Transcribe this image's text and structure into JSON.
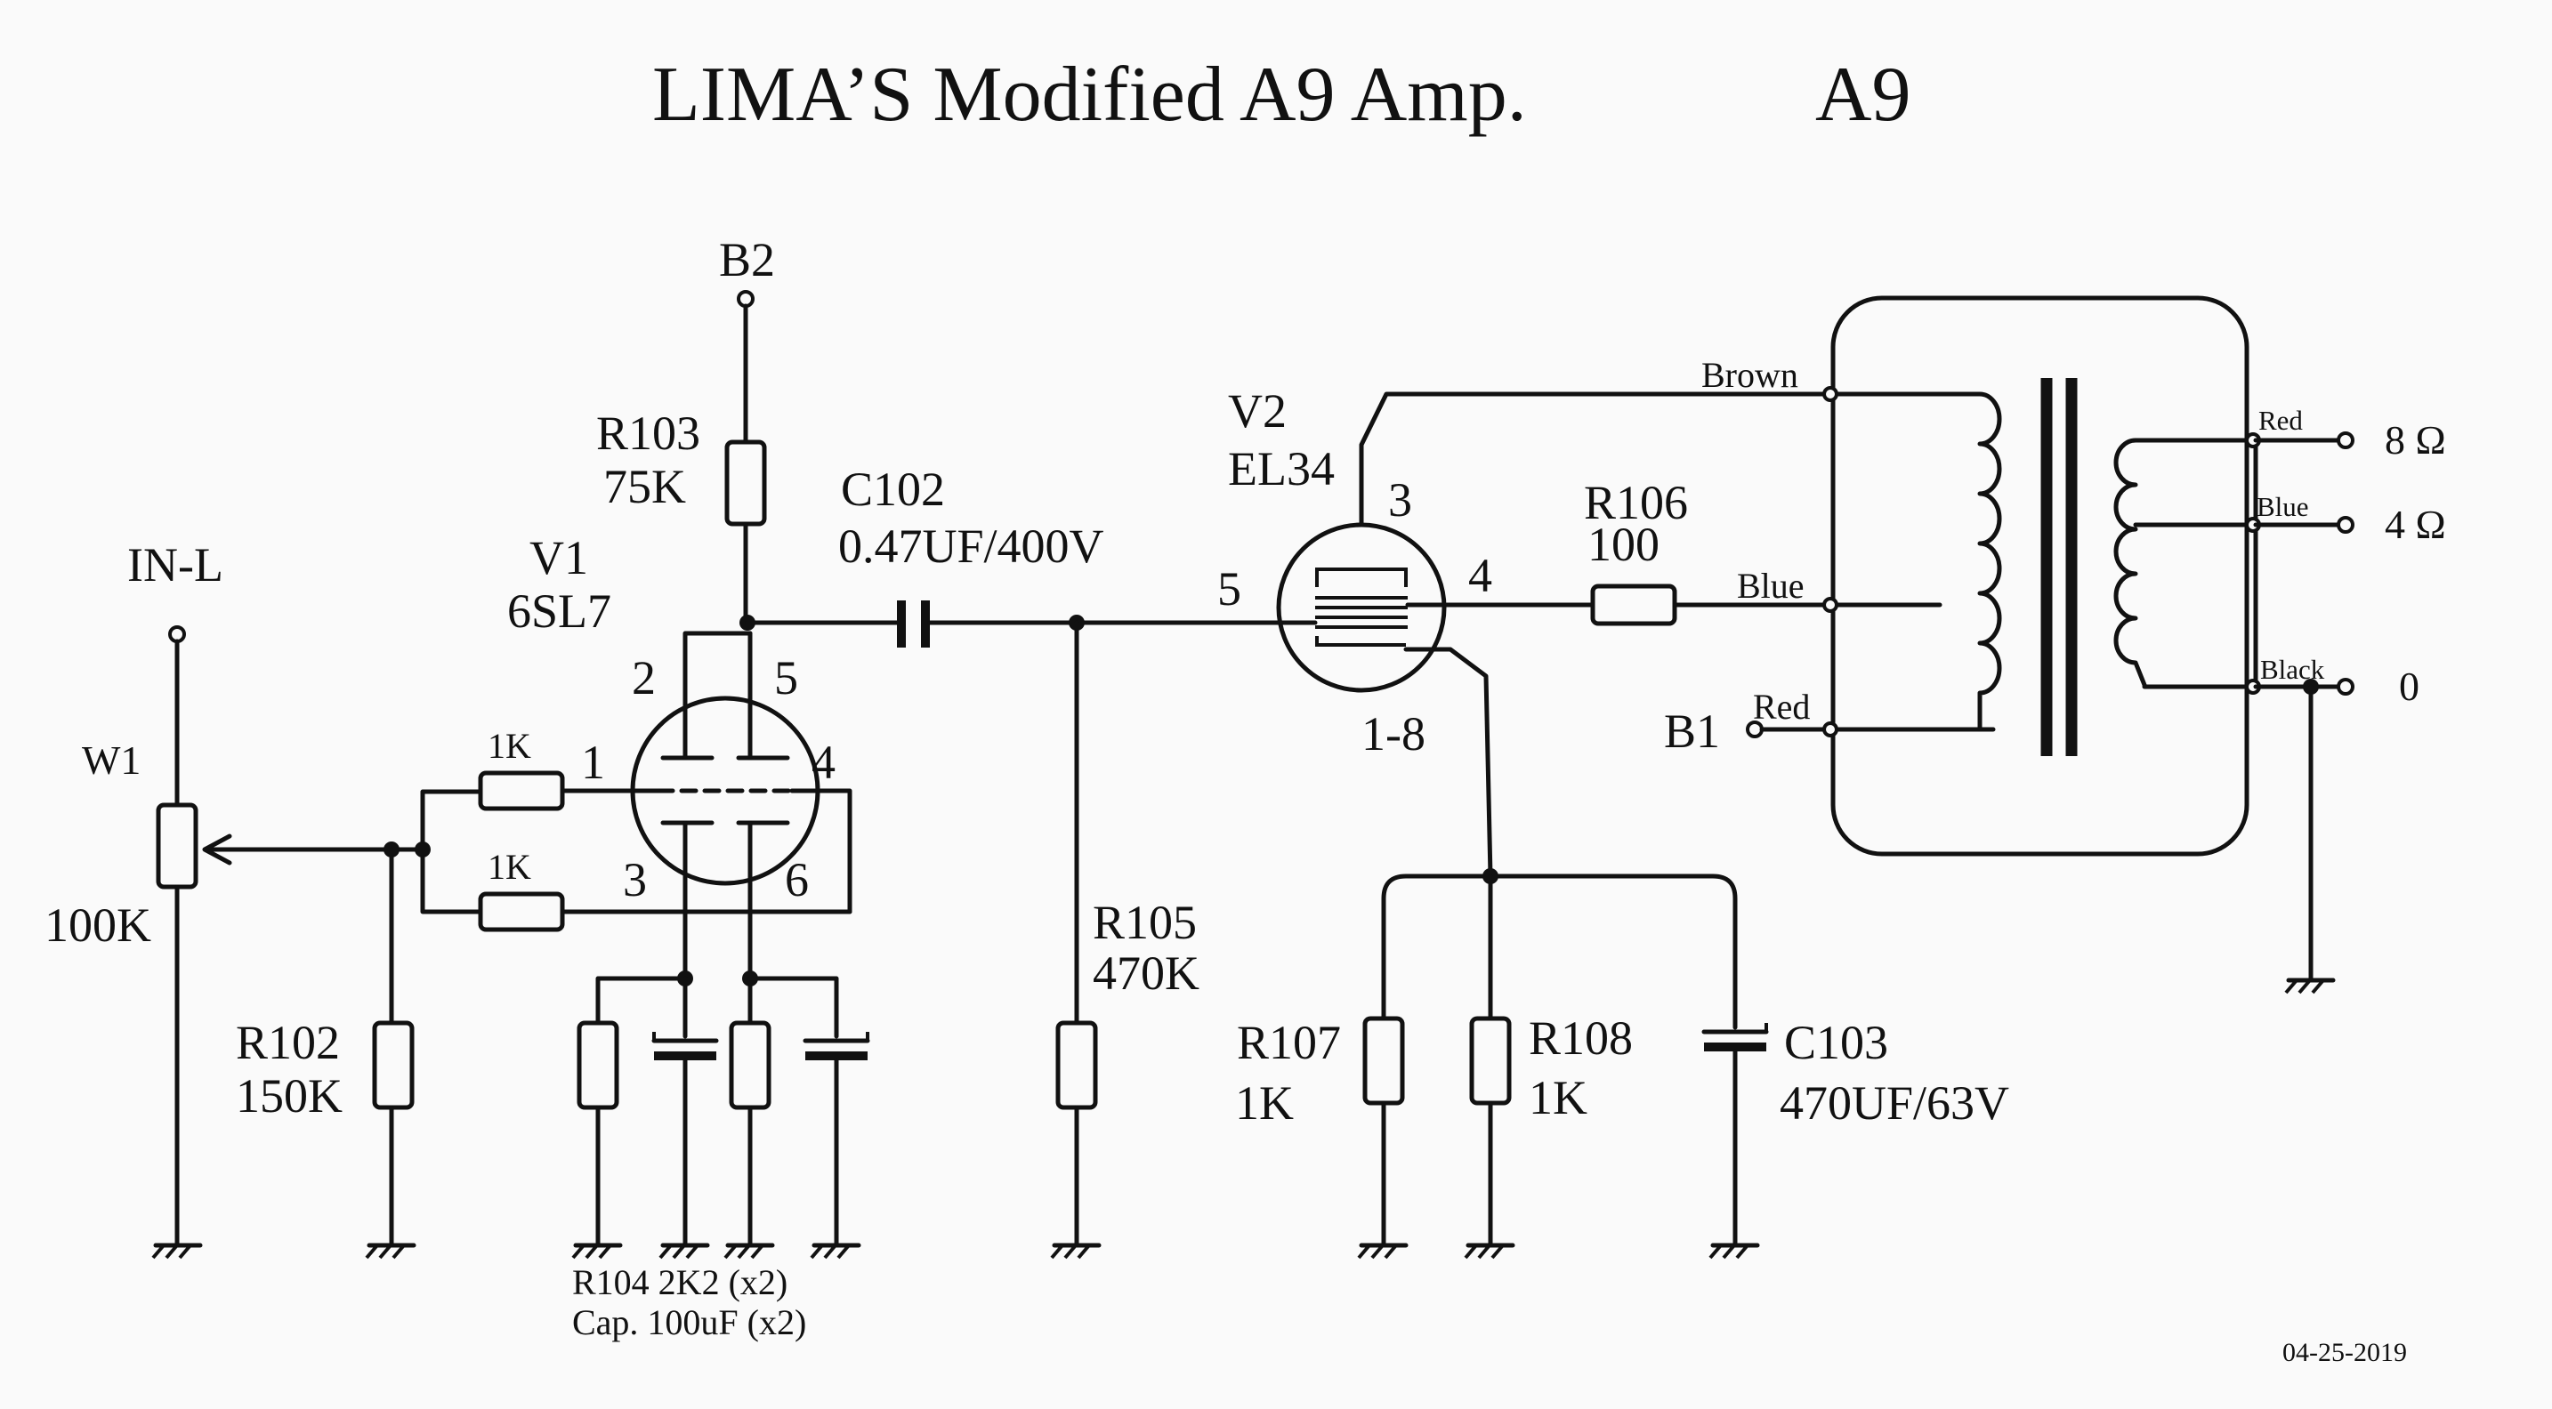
{
  "title": "LIMA’S Modified A9 Amp.",
  "model": "A9",
  "date": "04-25-2019",
  "nodes": {
    "b2": "B2",
    "b1": "B1",
    "input": "IN-L"
  },
  "w1": {
    "ref": "W1",
    "value": "100K"
  },
  "v1": {
    "ref": "V1",
    "type": "6SL7",
    "pins": [
      "2",
      "5",
      "1",
      "4",
      "3",
      "6"
    ]
  },
  "v2": {
    "ref": "V2",
    "type": "EL34",
    "pins": [
      "3",
      "5",
      "4",
      "1-8"
    ]
  },
  "r101": {
    "value": "1K"
  },
  "r101b": {
    "value": "1K"
  },
  "r102": {
    "ref": "R102",
    "value": "150K"
  },
  "r103": {
    "ref": "R103",
    "value": "75K"
  },
  "r104_note": "R104 2K2 (x2)",
  "cap_note": "Cap. 100uF (x2)",
  "r105": {
    "ref": "R105",
    "value": "470K"
  },
  "r106": {
    "ref": "R106",
    "value": "100"
  },
  "r107": {
    "ref": "R107",
    "value": "1K"
  },
  "r108": {
    "ref": "R108",
    "value": "1K"
  },
  "c102": {
    "ref": "C102",
    "value": "0.47UF/400V"
  },
  "c103": {
    "ref": "C103",
    "value": "470UF/63V"
  },
  "transformer": {
    "primary_wires": [
      "Brown",
      "Blue",
      "Red"
    ],
    "secondary_wires": [
      "Red",
      "Blue",
      "Black"
    ],
    "outputs": [
      "8 Ω",
      "4 Ω",
      "0"
    ]
  }
}
